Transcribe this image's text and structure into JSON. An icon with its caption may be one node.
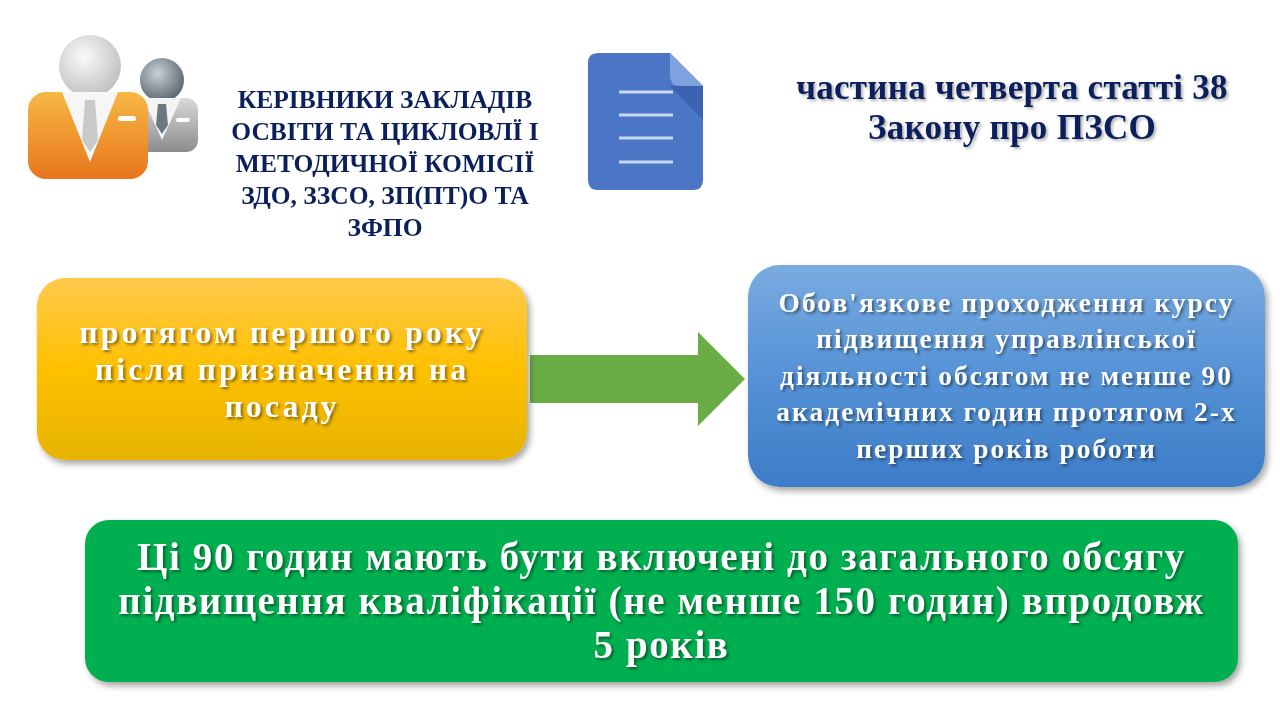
{
  "diagram": {
    "nodes": [
      {
        "text": [
          "протягом першого року після призначення на посаду"
        ]
      },
      {
        "text": [
          "Обов'язкове проходження курсу підвищення управлінської діяльності обсягом не менше 90 академічних годин протягом 2-х перших років роботи"
        ]
      },
      {
        "text": [
          "Ці 90 годин мають бути включені до загального обсягу підвищення кваліфікації (не менше 150 годин) впродовж 5 років"
        ]
      }
    ],
    "edges": [
      {
        "from": 0,
        "to": 1,
        "arrow": "to"
      }
    ],
    "labels": [
      "КЕРІВНИКИ ЗАКЛАДІВ ОСВІТИ ТА ЦИКЛОВЛЇ І МЕТОДИЧНОЇ КОМІСІЇ ЗДО, ЗЗСО, ЗП(ПТ)О ТА ЗФПО",
      "частина четверта статті 38 Закону про ПЗСО"
    ]
  }
}
